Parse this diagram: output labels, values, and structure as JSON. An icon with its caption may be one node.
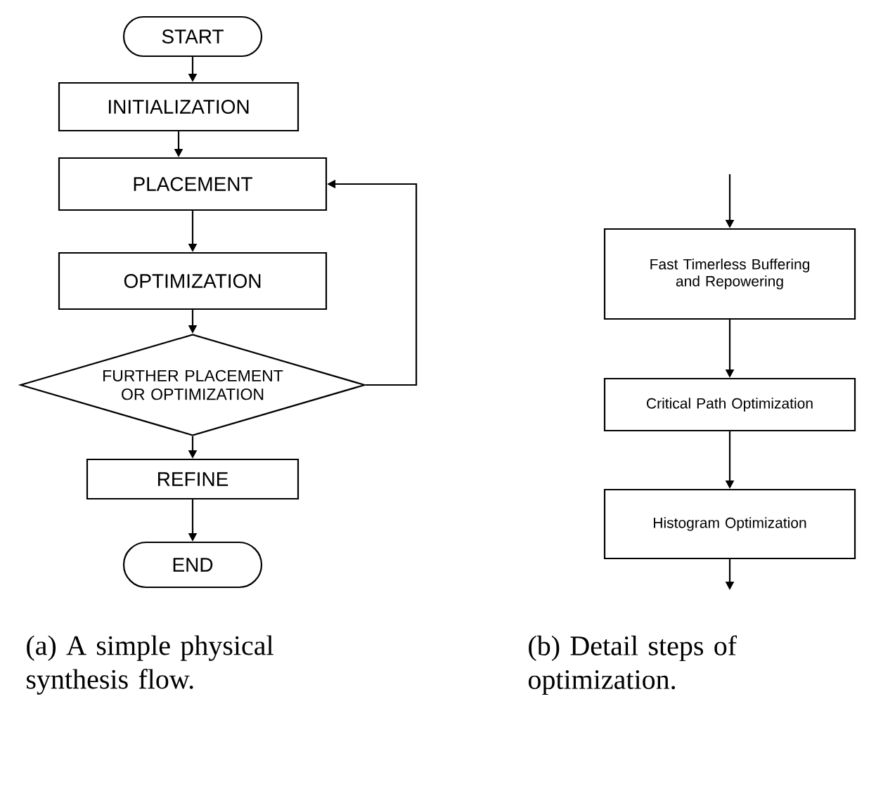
{
  "diagram": {
    "nodes": [
      {
        "text": [
          "START"
        ]
      },
      {
        "text": [
          "INITIALIZATION"
        ]
      },
      {
        "text": [
          "PLACEMENT"
        ]
      },
      {
        "text": [
          "OPTIMIZATION"
        ]
      },
      {
        "text": [
          "FURTHER PLACEMENT OR OPTIMIZATION"
        ]
      },
      {
        "text": [
          "REFINE"
        ]
      },
      {
        "text": [
          "END"
        ]
      },
      {
        "text": [
          "Fast Timerless Buffering and Repowering"
        ]
      },
      {
        "text": [
          "Critical Path Optimization"
        ]
      },
      {
        "text": [
          "Histogram Optimization"
        ]
      }
    ],
    "edges": [
      {
        "from": 0,
        "to": 1,
        "arrow": "to"
      },
      {
        "from": 1,
        "to": 2,
        "arrow": "to"
      },
      {
        "from": 2,
        "to": 3,
        "arrow": "to"
      },
      {
        "from": 3,
        "to": 4,
        "arrow": "to"
      },
      {
        "from": 4,
        "to": 2,
        "arrow": "to"
      },
      {
        "from": 4,
        "to": 5,
        "arrow": "to"
      },
      {
        "from": 5,
        "to": 6,
        "arrow": "to"
      },
      {
        "from": null,
        "to": 7,
        "arrow": "to"
      },
      {
        "from": 7,
        "to": 8,
        "arrow": "to"
      },
      {
        "from": 8,
        "to": 9,
        "arrow": "to"
      },
      {
        "from": 9,
        "to": null,
        "arrow": "to"
      }
    ],
    "labels": [
      "(a) A simple physical synthesis flow.",
      "(b) Detail steps of optimization."
    ]
  }
}
